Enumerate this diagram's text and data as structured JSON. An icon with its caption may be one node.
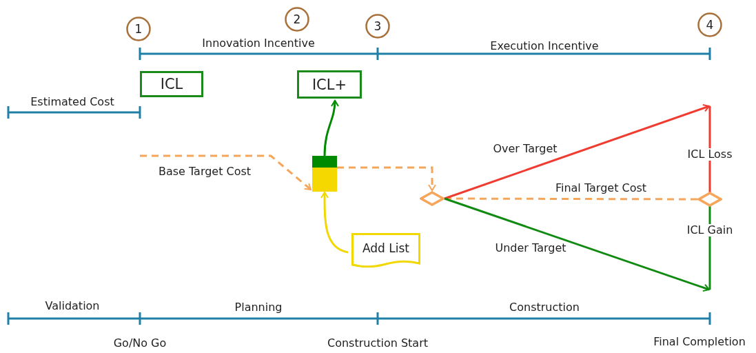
{
  "diagram": {
    "nodes": [
      {
        "text": [
          "1"
        ]
      },
      {
        "text": [
          "2"
        ]
      },
      {
        "text": [
          "3"
        ]
      },
      {
        "text": [
          "4"
        ]
      },
      {
        "text": [
          "ICL"
        ]
      },
      {
        "text": [
          "ICL+"
        ]
      },
      {
        "text": [],
        "shape": "box"
      },
      {
        "text": [],
        "shape": "diamond"
      },
      {
        "text": [],
        "shape": "diamond"
      },
      {
        "text": [
          "Add List"
        ]
      }
    ],
    "edges": [
      {
        "from": null,
        "to": 6,
        "arrow": "to",
        "label": "Base Target Cost",
        "style": "dashed",
        "color": "#f5a65b"
      },
      {
        "from": 6,
        "to": 5,
        "arrow": "to",
        "color": "#008a00"
      },
      {
        "from": 6,
        "to": 7,
        "arrow": "to",
        "style": "dashed",
        "color": "#f5a65b"
      },
      {
        "from": 9,
        "to": 6,
        "arrow": "to",
        "color": "#f0d800"
      },
      {
        "from": 7,
        "to": 8,
        "arrow": "none",
        "label": "Final Target Cost",
        "style": "dashed",
        "color": "#f5a65b"
      },
      {
        "from": 7,
        "to": null,
        "arrow": "to",
        "label": "Over Target",
        "color": "#f03c30"
      },
      {
        "from": 7,
        "to": null,
        "arrow": "to",
        "label": "Under Target",
        "color": "#118a11"
      },
      {
        "from": 8,
        "to": null,
        "arrow": "none",
        "label": "ICL Loss",
        "color": "#f03c30"
      },
      {
        "from": 8,
        "to": null,
        "arrow": "none",
        "label": "ICL Gain",
        "color": "#118a11"
      }
    ],
    "labels": [
      "Innovation Incentive",
      "Execution Incentive",
      "Estimated Cost",
      "Validation",
      "Planning",
      "Construction",
      "Go/No Go",
      "Construction Start",
      "Final Completion"
    ]
  }
}
